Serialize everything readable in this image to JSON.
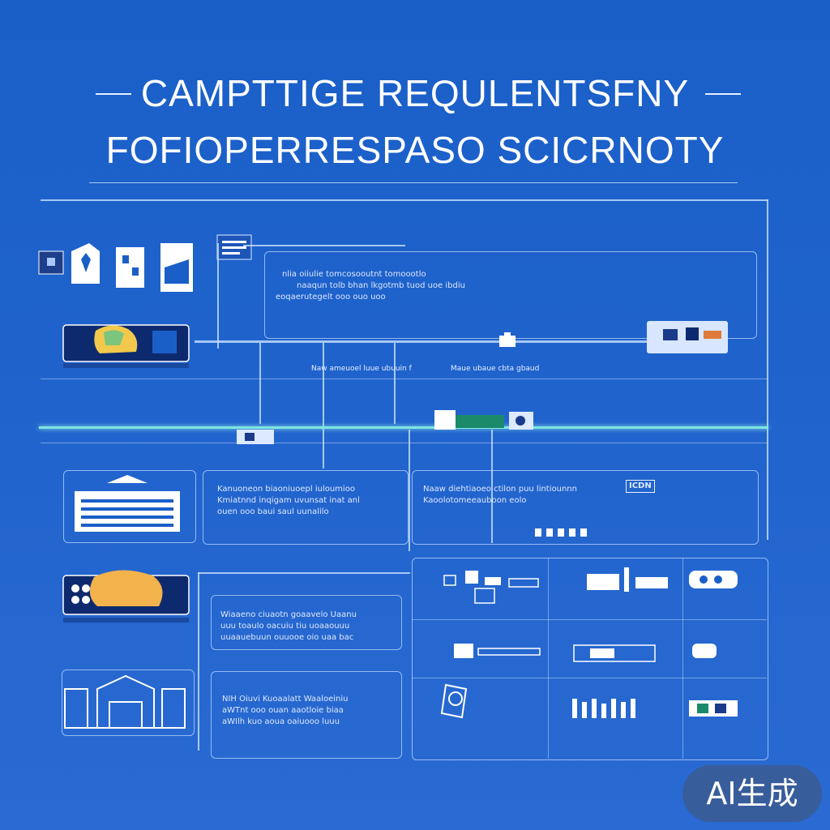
{
  "header": {
    "line1": "CAMPTTIGE REQULENTSFNY",
    "line2": "FOFIOPERRESPASO SCICRNOTY"
  },
  "panels": {
    "top_block": [
      "nlia oiiulie tomcosooutnt tomoootlo",
      "naaqun tolb bhan lkgotmb tuod uoe ibdiu",
      "eoqaerutegelt ooo ouo uoo"
    ],
    "top_caption_left": "Naw ameuoel luue ubuuin f",
    "top_caption_right": "Maue ubaue cbta gbaud",
    "mid_left_block": [
      "Kanuoneon biaoniuoepl iuloumioo",
      "Kmiatnnd inqigam uvunsat inat anl",
      "ouen ooo baui saul uunalilo"
    ],
    "mid_right_block": [
      "Naaw diehtiaoeo ctilon puu lintiounnn",
      "Kaoolotomeeauboon eolo"
    ],
    "mid_right_tag": "ICDN",
    "low_block_1": [
      "Wiaaeno ciuaotn goaavelo Uaanu",
      "uuu toaulo oacuiu tiu uoaaouuu",
      "uuaauebuun ouuooe oio uaa bac"
    ],
    "low_block_2": [
      "NIH Oiuvi Kuoaalatt Waaloeiniu",
      "aWTnt ooo ouan aaotloie biaa",
      "aWIlh kuo aoua oaiuooo luuu"
    ]
  },
  "badge": {
    "label": "AI生成"
  }
}
